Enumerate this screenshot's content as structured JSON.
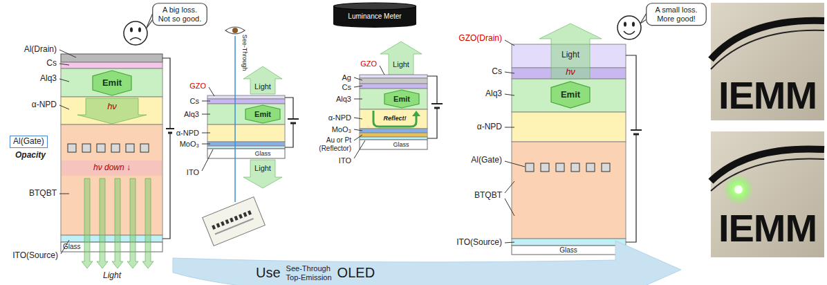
{
  "diagram": {
    "nodes": [
      {
        "text": [
          "A big loss. Not so good."
        ]
      },
      {
        "text": [
          "Emit"
        ]
      },
      {
        "text": [
          "Al(Gate)"
        ]
      },
      {
        "text": [
          "Emit"
        ]
      },
      {
        "text": [
          "Luminance Meter"
        ]
      },
      {
        "text": [
          "Emit"
        ]
      },
      {
        "text": [
          "A small loss. More good!"
        ]
      },
      {
        "text": [
          "Emit"
        ]
      },
      {
        "text": [
          "Use",
          "See-Through",
          "Top-Emission",
          "OLED"
        ]
      }
    ],
    "labels": [
      "Al(Drain)",
      "Cs",
      "Alq3",
      "α-NPD",
      "hν",
      "Opacity",
      "BTQBT",
      "hν down ↓",
      "ITO(Source)",
      "Glass",
      "Light",
      "See-Through",
      "GZO",
      "Light",
      "Cs",
      "Alq3",
      "α-NPD",
      "MoO₃",
      "Glass",
      "ITO",
      "Light",
      "GZO",
      "Light",
      "Ag",
      "Cs",
      "Alq3",
      "α-NPD",
      "Reflect!",
      "MoO₃",
      "Au or Pt (Reflector)",
      "ITO",
      "Glass",
      "GZO(Drain)",
      "Light",
      "Cs",
      "hν",
      "Alq3",
      "α-NPD",
      "Al(Gate)",
      "BTQBT",
      "ITO(Source)",
      "Glass",
      "IEMM",
      "IEMM"
    ]
  }
}
